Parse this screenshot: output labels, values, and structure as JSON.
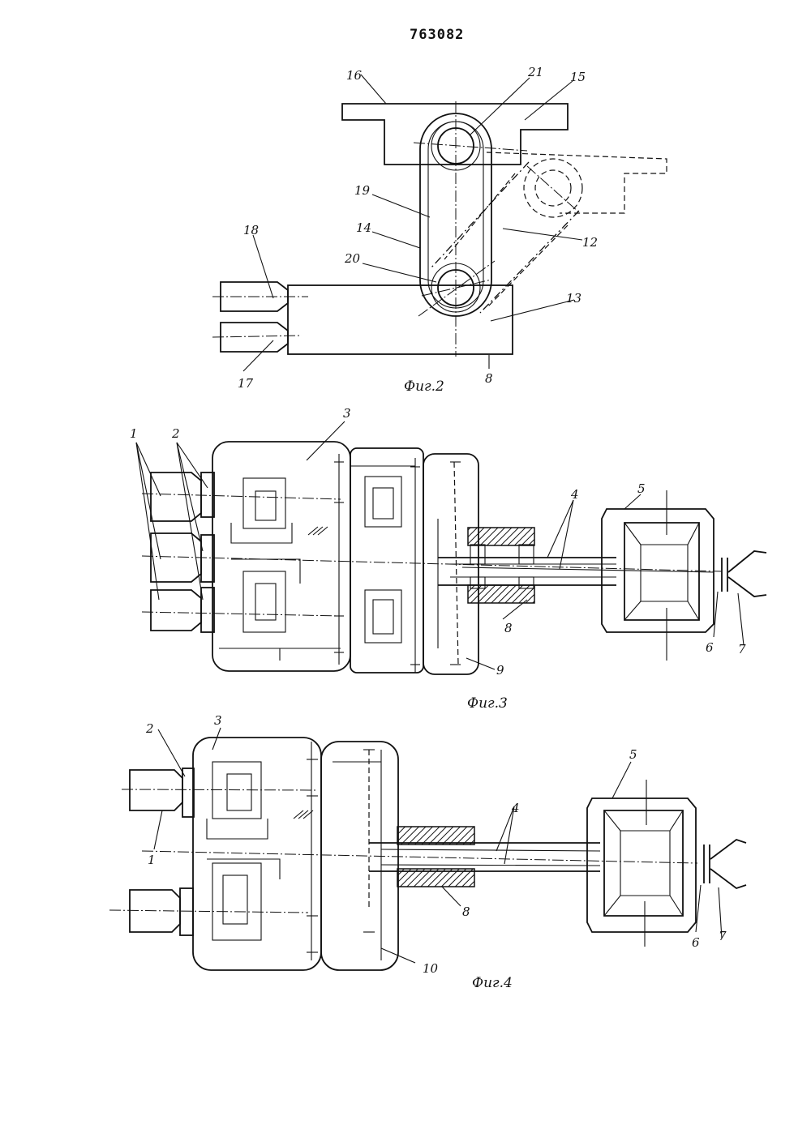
{
  "document_number": "763082",
  "figures": [
    {
      "id": "fig2",
      "caption": "Фиг.2",
      "labels": [
        "16",
        "21",
        "15",
        "19",
        "14",
        "12",
        "20",
        "18",
        "13",
        "17",
        "8"
      ]
    },
    {
      "id": "fig3",
      "caption": "Фиг.3",
      "labels": [
        "1",
        "2",
        "3",
        "4",
        "5",
        "8",
        "9",
        "6",
        "7"
      ]
    },
    {
      "id": "fig4",
      "caption": "Фиг.4",
      "labels": [
        "2",
        "3",
        "1",
        "4",
        "5",
        "8",
        "10",
        "6",
        "7"
      ]
    }
  ]
}
